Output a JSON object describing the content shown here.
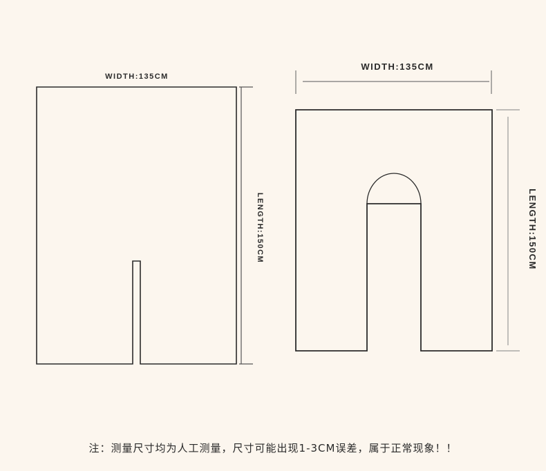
{
  "left_diagram": {
    "width_label": "WIDTH:135CM",
    "length_label": "LENGTH:150CM"
  },
  "right_diagram": {
    "width_label": "WIDTH:135CM",
    "length_label": "LENGTH:150CM"
  },
  "note": "注：测量尺寸均为人工测量，尺寸可能出现1-3CM误差，属于正常现象！！",
  "colors": {
    "background": "#fcf6ee",
    "line": "#2a2a2a"
  }
}
